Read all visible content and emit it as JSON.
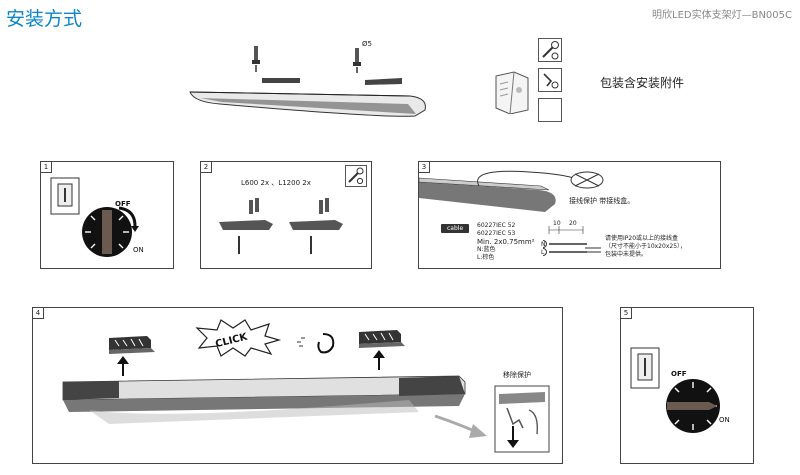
{
  "header": {
    "title": "安装方式",
    "product_name": "明欣LED实体支架灯—BN005C"
  },
  "top": {
    "hole_label": "Ø5",
    "package_note": "包装含安装附件"
  },
  "panels": [
    {
      "number": "1"
    },
    {
      "number": "2",
      "sizes_label": "L600  2x 、L1200  2x"
    },
    {
      "number": "3",
      "protect_label": "接线保护  带接线盒。",
      "cable_badge": "cable",
      "cable_specs": [
        "60227IEC 52",
        "60227IEC 53",
        "Min. 2x0.75mm²",
        "N:蓝色",
        "L:棕色"
      ],
      "strip_dims": [
        "10",
        "20"
      ],
      "pin_labels": [
        "N",
        "L"
      ],
      "note_lines": [
        "请使用IP20或以上的接线盒",
        "（尺寸不能小于10x20x25），",
        "包装中未提供。"
      ]
    },
    {
      "number": "4",
      "click_text": "CLICK",
      "remove_label": "移除保护"
    },
    {
      "number": "5"
    }
  ],
  "switch": {
    "off": "OFF",
    "on": "ON"
  }
}
